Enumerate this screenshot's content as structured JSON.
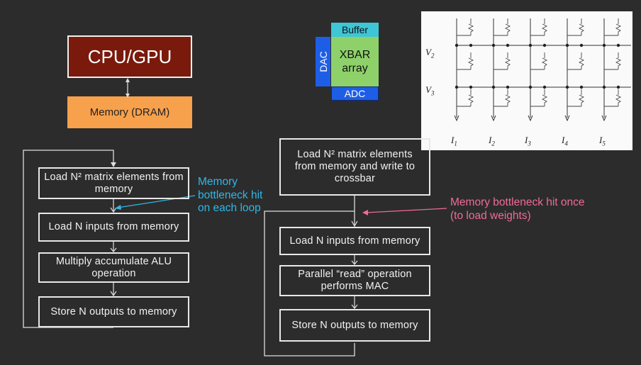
{
  "top_left": {
    "cpu_label": "CPU/GPU",
    "memory_label": "Memory (DRAM)"
  },
  "crossbar_block": {
    "buffer": "Buffer",
    "xbar_line1": "XBAR",
    "xbar_line2": "array",
    "dac": "DAC",
    "adc": "ADC"
  },
  "circuit": {
    "voltage_labels": [
      "V",
      "V"
    ],
    "voltage_subs": [
      "2",
      "3"
    ],
    "current_labels": [
      "I",
      "I",
      "I",
      "I",
      "I"
    ],
    "current_subs": [
      "1",
      "2",
      "3",
      "4",
      "5"
    ]
  },
  "left_flow": {
    "step1": "Load N² matrix elements from memory",
    "step2": "Load N inputs from memory",
    "step3": "Multiply accumulate ALU operation",
    "step4": "Store N outputs to memory",
    "note": "Memory bottleneck hit on each loop"
  },
  "right_flow": {
    "step1": "Load N² matrix elements from memory and write to crossbar",
    "step2": "Load N inputs from memory",
    "step3": "Parallel “read” operation performs MAC",
    "step4": "Store N outputs to memory",
    "note": "Memory bottleneck hit once (to load weights)"
  },
  "colors": {
    "background": "#2c2c2c",
    "cpu": "#7a1a0c",
    "dram": "#f7a14c",
    "buffer": "#3fc6d6",
    "xbar": "#8ed16a",
    "adc_dac": "#1e5ee6",
    "note_blue": "#2fb7e8",
    "note_pink": "#ef6a9a"
  }
}
